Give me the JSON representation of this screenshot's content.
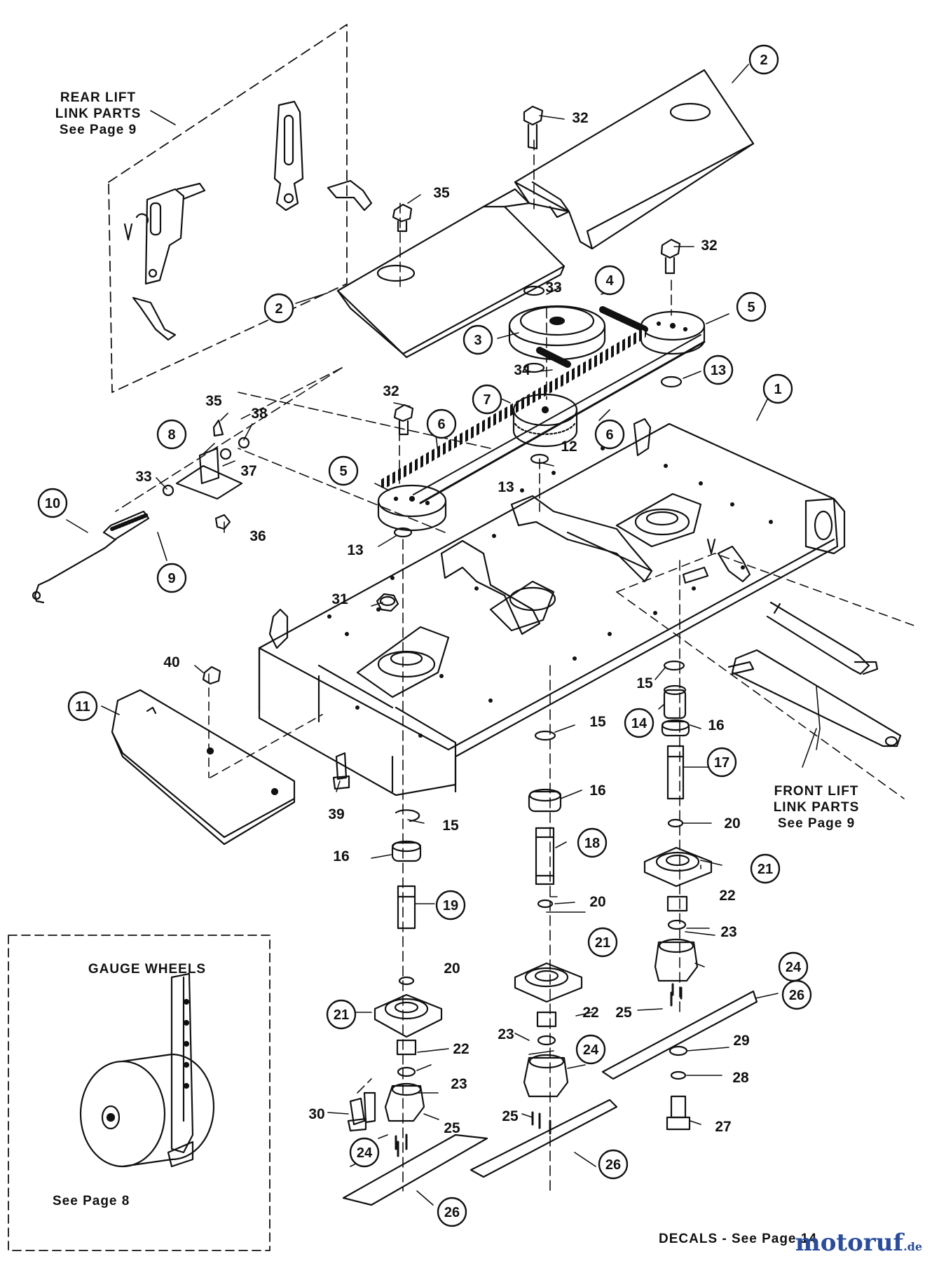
{
  "captions": {
    "rear_lift_line1": "REAR LIFT",
    "rear_lift_line2": "LINK PARTS",
    "rear_lift_line3": "See Page 9",
    "front_lift_line1": "FRONT LIFT",
    "front_lift_line2": "LINK PARTS",
    "front_lift_line3": "See Page 9",
    "gauge_title": "GAUGE WHEELS",
    "gauge_ref": "See Page 8",
    "decals": "DECALS - See Page 14"
  },
  "watermark": {
    "brand": "motoruf",
    "tld": ".de"
  },
  "callouts": [
    {
      "id": "c2a",
      "n": "2",
      "circle": true
    },
    {
      "id": "c32a",
      "n": "32",
      "circle": false
    },
    {
      "id": "c35a",
      "n": "35",
      "circle": false
    },
    {
      "id": "c32b",
      "n": "32",
      "circle": false
    },
    {
      "id": "c2b",
      "n": "2",
      "circle": true
    },
    {
      "id": "c33a",
      "n": "33",
      "circle": false
    },
    {
      "id": "c4",
      "n": "4",
      "circle": true
    },
    {
      "id": "c3",
      "n": "3",
      "circle": true
    },
    {
      "id": "c5a",
      "n": "5",
      "circle": true
    },
    {
      "id": "c34",
      "n": "34",
      "circle": false
    },
    {
      "id": "c13a",
      "n": "13",
      "circle": true
    },
    {
      "id": "c7",
      "n": "7",
      "circle": true
    },
    {
      "id": "c1",
      "n": "1",
      "circle": true
    },
    {
      "id": "c32c",
      "n": "32",
      "circle": false
    },
    {
      "id": "c6a",
      "n": "6",
      "circle": true
    },
    {
      "id": "c6b",
      "n": "6",
      "circle": true
    },
    {
      "id": "c35b",
      "n": "35",
      "circle": false
    },
    {
      "id": "c38",
      "n": "38",
      "circle": false
    },
    {
      "id": "c8",
      "n": "8",
      "circle": true
    },
    {
      "id": "c37",
      "n": "37",
      "circle": false
    },
    {
      "id": "c12",
      "n": "12",
      "circle": false
    },
    {
      "id": "c5b",
      "n": "5",
      "circle": true
    },
    {
      "id": "c13b",
      "n": "13",
      "circle": false
    },
    {
      "id": "c33b",
      "n": "33",
      "circle": false
    },
    {
      "id": "c10",
      "n": "10",
      "circle": true
    },
    {
      "id": "c36",
      "n": "36",
      "circle": false
    },
    {
      "id": "c9",
      "n": "9",
      "circle": true
    },
    {
      "id": "c13c",
      "n": "13",
      "circle": false
    },
    {
      "id": "c31",
      "n": "31",
      "circle": false
    },
    {
      "id": "c40",
      "n": "40",
      "circle": false
    },
    {
      "id": "c15a",
      "n": "15",
      "circle": false
    },
    {
      "id": "c11",
      "n": "11",
      "circle": true
    },
    {
      "id": "c14",
      "n": "14",
      "circle": true
    },
    {
      "id": "c16a",
      "n": "16",
      "circle": false
    },
    {
      "id": "c15b",
      "n": "15",
      "circle": false
    },
    {
      "id": "c17",
      "n": "17",
      "circle": true
    },
    {
      "id": "c16b",
      "n": "16",
      "circle": false
    },
    {
      "id": "c39",
      "n": "39",
      "circle": false
    },
    {
      "id": "c15c",
      "n": "15",
      "circle": false
    },
    {
      "id": "c20a",
      "n": "20",
      "circle": false
    },
    {
      "id": "c18",
      "n": "18",
      "circle": true
    },
    {
      "id": "c16c",
      "n": "16",
      "circle": false
    },
    {
      "id": "c21a",
      "n": "21",
      "circle": true
    },
    {
      "id": "c22a",
      "n": "22",
      "circle": false
    },
    {
      "id": "c20b",
      "n": "20",
      "circle": false
    },
    {
      "id": "c19",
      "n": "19",
      "circle": true
    },
    {
      "id": "c23a",
      "n": "23",
      "circle": false
    },
    {
      "id": "c24a",
      "n": "24",
      "circle": true
    },
    {
      "id": "c21b",
      "n": "21",
      "circle": true
    },
    {
      "id": "c20c",
      "n": "20",
      "circle": false
    },
    {
      "id": "c26a",
      "n": "26",
      "circle": true
    },
    {
      "id": "c25a",
      "n": "25",
      "circle": false
    },
    {
      "id": "c22b",
      "n": "22",
      "circle": false
    },
    {
      "id": "c21c",
      "n": "21",
      "circle": true
    },
    {
      "id": "c23b",
      "n": "23",
      "circle": false
    },
    {
      "id": "c29",
      "n": "29",
      "circle": false
    },
    {
      "id": "c24b",
      "n": "24",
      "circle": true
    },
    {
      "id": "c22c",
      "n": "22",
      "circle": false
    },
    {
      "id": "c28",
      "n": "28",
      "circle": false
    },
    {
      "id": "c23c",
      "n": "23",
      "circle": false
    },
    {
      "id": "c25b",
      "n": "25",
      "circle": false
    },
    {
      "id": "c30",
      "n": "30",
      "circle": false
    },
    {
      "id": "c27",
      "n": "27",
      "circle": false
    },
    {
      "id": "c25c",
      "n": "25",
      "circle": false
    },
    {
      "id": "c24c",
      "n": "24",
      "circle": true
    },
    {
      "id": "c26b",
      "n": "26",
      "circle": true
    },
    {
      "id": "c26c",
      "n": "26",
      "circle": true
    }
  ]
}
